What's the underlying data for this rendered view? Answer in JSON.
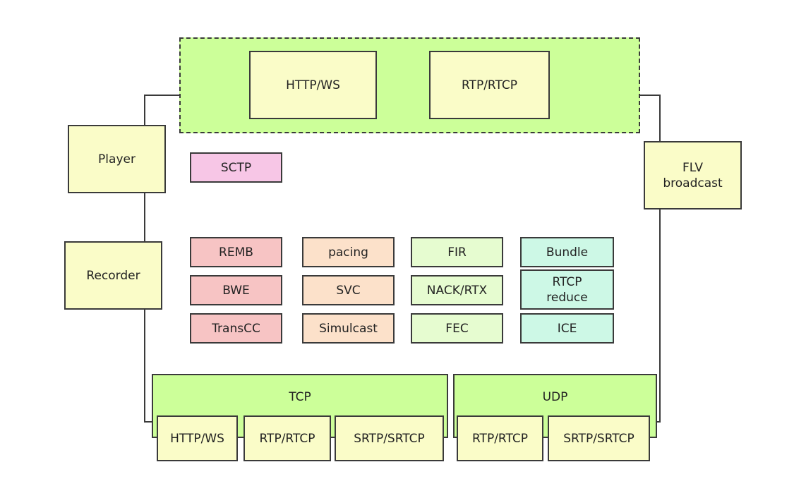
{
  "top_group": {
    "left": "HTTP/WS",
    "right": "RTP/RTCP"
  },
  "side": {
    "player": "Player",
    "recorder": "Recorder",
    "flv": "FLV\nbroadcast"
  },
  "sctp": "SCTP",
  "modules": {
    "col1": [
      "REMB",
      "BWE",
      "TransCC"
    ],
    "col2": [
      "pacing",
      "SVC",
      "Simulcast"
    ],
    "col3": [
      "FIR",
      "NACK/RTX",
      "FEC"
    ],
    "col4": [
      "Bundle",
      "RTCP\nreduce",
      "ICE"
    ]
  },
  "transport": {
    "tcp": {
      "label": "TCP",
      "items": [
        "HTTP/WS",
        "RTP/RTCP",
        "SRTP/SRTCP"
      ]
    },
    "udp": {
      "label": "UDP",
      "items": [
        "RTP/RTCP",
        "SRTP/SRTCP"
      ]
    }
  }
}
